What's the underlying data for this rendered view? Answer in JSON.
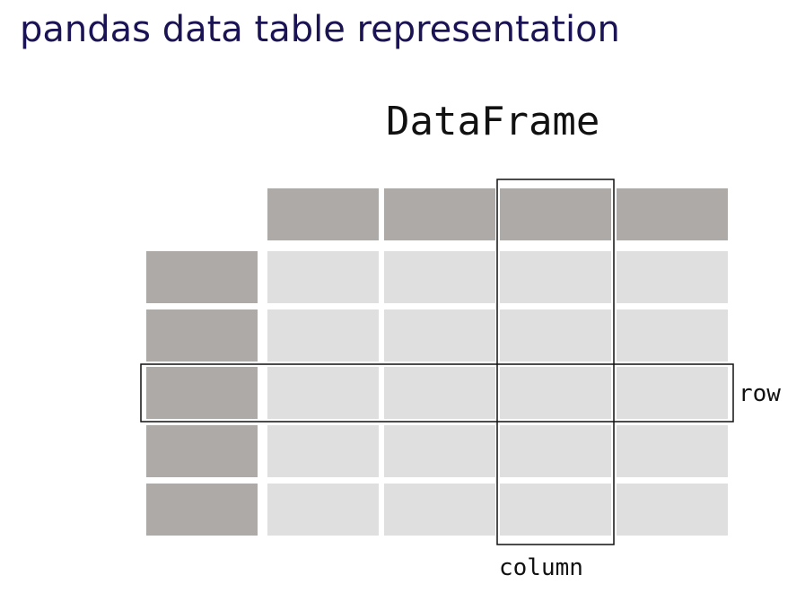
{
  "page": {
    "title": "pandas data table representation"
  },
  "diagram": {
    "object_label": "DataFrame",
    "row_label": "row",
    "column_label": "column",
    "rows": 5,
    "columns": 4,
    "highlighted_row": 3,
    "highlighted_column": 3,
    "colors": {
      "header": "#aeaaa8",
      "cell": "#e0dfe0",
      "outline": "#111111",
      "title": "#1b1454"
    }
  }
}
